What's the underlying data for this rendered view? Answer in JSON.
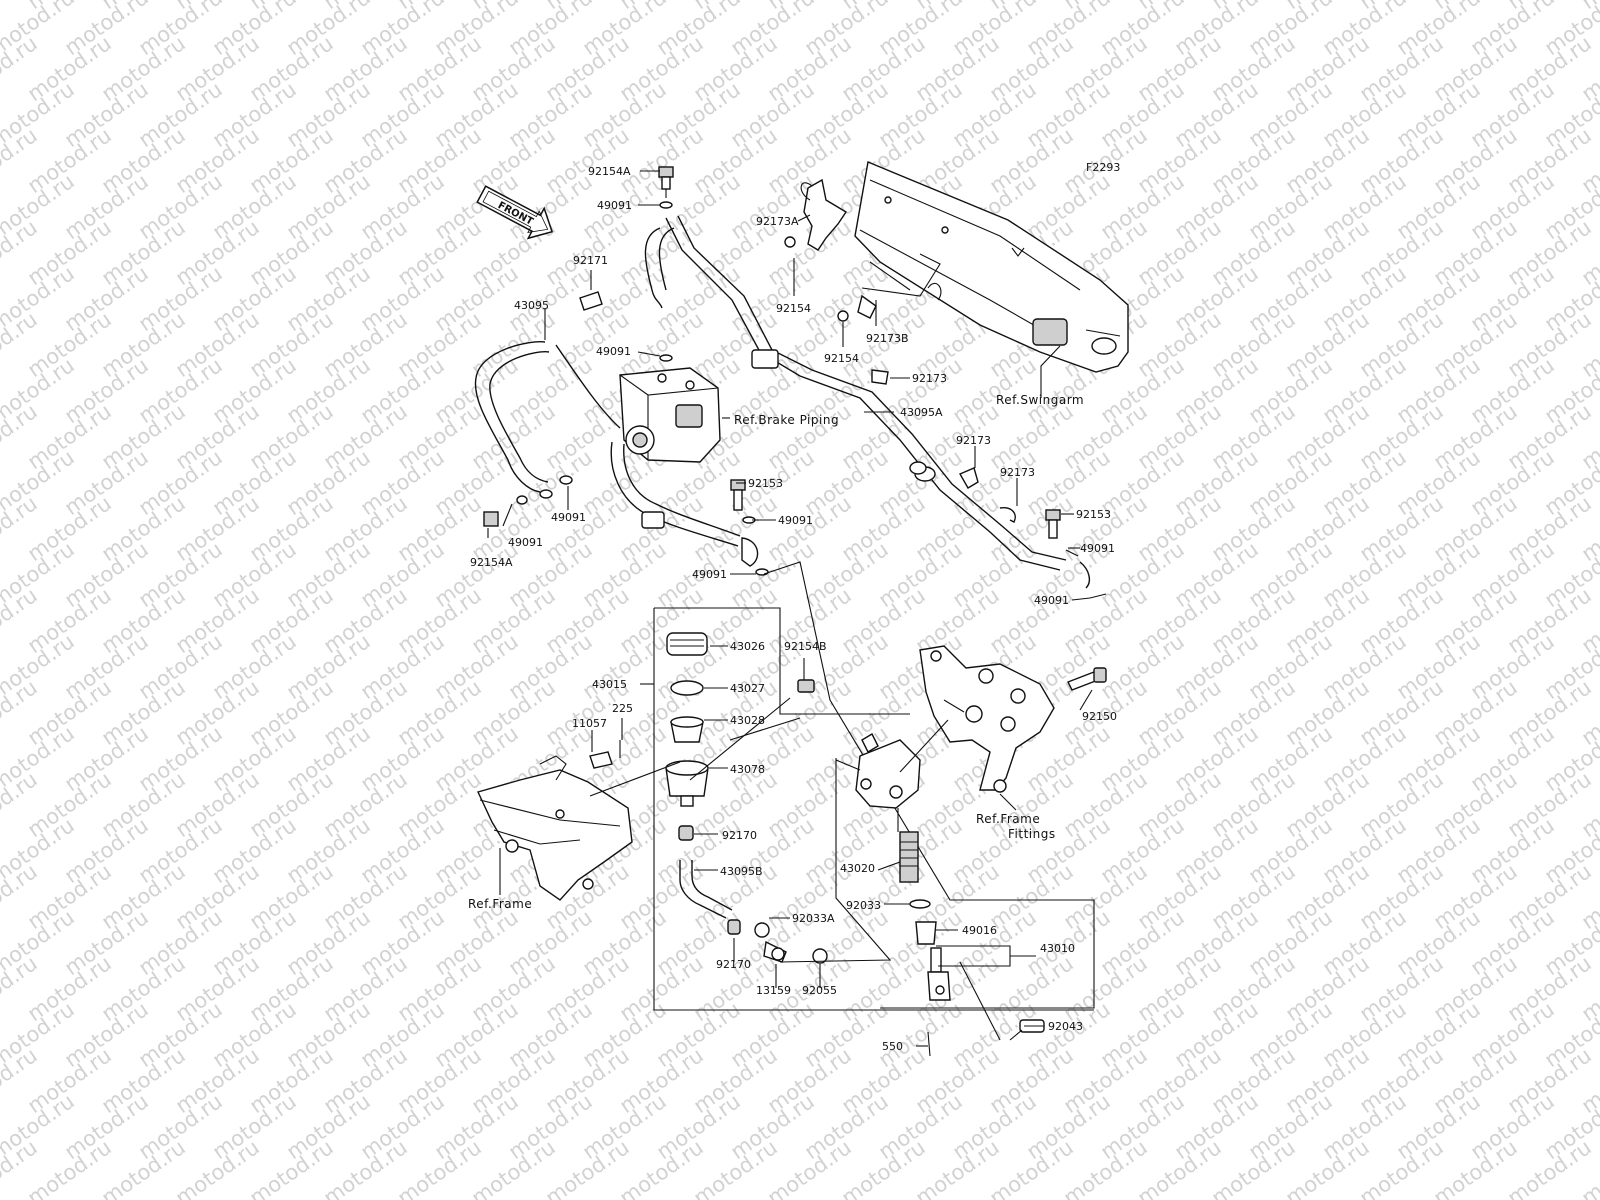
{
  "diagram": {
    "code": "F2293",
    "front_label": "FRONT",
    "watermark": "motod.ru",
    "labels": {
      "p92154A_top": "92154A",
      "p49091_a": "49091",
      "p92173A": "92173A",
      "p92171": "92171",
      "p43095": "43095",
      "p92154_a": "92154",
      "p92173B": "92173B",
      "p92154_b": "92154",
      "p49091_b": "49091",
      "p92173_a": "92173",
      "ref_swingarm": "Ref.Swingarm",
      "ref_brake_piping": "Ref.Brake Piping",
      "p43095A": "43095A",
      "p92173_b": "92173",
      "p92173_c": "92173",
      "p92153_a": "92153",
      "p92153_b": "92153",
      "p49091_c": "49091",
      "p92154A_bot": "92154A",
      "p49091_d": "49091",
      "p49091_e": "49091",
      "p49091_f": "49091",
      "p49091_g": "49091",
      "p49091_h": "49091",
      "p43026": "43026",
      "p92154B": "92154B",
      "p43015": "43015",
      "p43027": "43027",
      "p225": "225",
      "p11057": "11057",
      "p43028": "43028",
      "p43078": "43078",
      "p92150": "92150",
      "p92170_a": "92170",
      "ref_frame_fittings_1": "Ref.Frame",
      "ref_frame_fittings_2": "Fittings",
      "p43095B": "43095B",
      "p43020": "43020",
      "ref_frame": "Ref.Frame",
      "p92033": "92033",
      "p92033A": "92033A",
      "p49016": "49016",
      "p43010": "43010",
      "p92170_b": "92170",
      "p13159": "13159",
      "p92055": "92055",
      "p92043": "92043",
      "p550": "550"
    }
  }
}
